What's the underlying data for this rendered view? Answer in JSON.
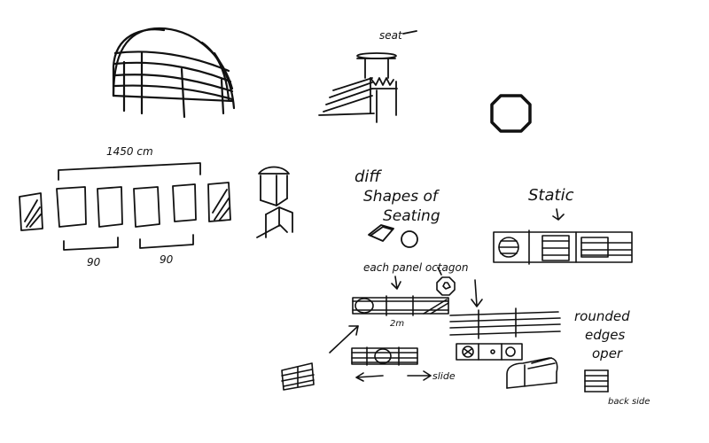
{
  "notes": {
    "seat": "seat",
    "width_total": "1450 cm",
    "width_left": "90",
    "width_right": "90",
    "diff_1": "diff",
    "diff_2": "Shapes of",
    "diff_3": "Seating",
    "static": "Static",
    "each_panel": "each panel octagon",
    "two_m": "2m",
    "slide": "slide",
    "rounded_1": "rounded",
    "rounded_2": "edges",
    "rounded_3": "oper",
    "back_side": "back side"
  }
}
